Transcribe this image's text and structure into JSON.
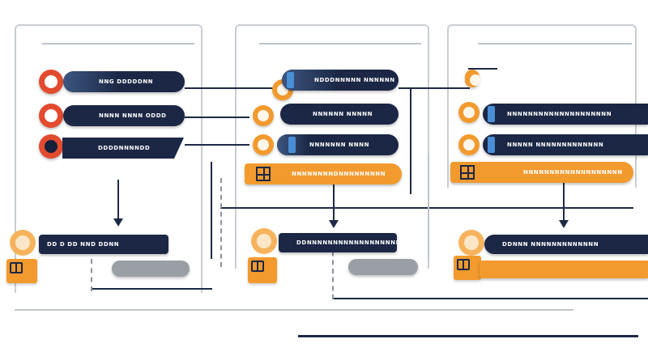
{
  "labels": {
    "left_pill_1": "NNG DDDDDNN",
    "left_pill_2": "NNNN NNNN ODDD",
    "left_banner": "DDDDNNNNDD",
    "left_bottom_pill": "DD D DD   NND DDNN",
    "mid_pill_1": "NDDDNNNNN NNNNNN",
    "mid_pill_2": "NNNNNN NNNNN",
    "mid_pill_3": "NNNNNNN NNNN",
    "mid_orange": "NNNNNNNNDNNNNNNNNN",
    "mid_bottom_pill": "DDNNNNNNNNNNNNNNNNNN",
    "right_pill_1": "NNNNNNNNNNNNNNNNNNNN",
    "right_pill_2": "NNNNN NNNNNNNNNNNNN",
    "right_orange": "NNNNNNNNNNNNNNNNNNN",
    "right_bottom_pill": "DDNNN NNNNNNNNNNNNN"
  },
  "colors": {
    "navy": "#1b2745",
    "orange": "#f29a2e",
    "red": "#e24b2e",
    "gray": "#9a9ea5"
  }
}
